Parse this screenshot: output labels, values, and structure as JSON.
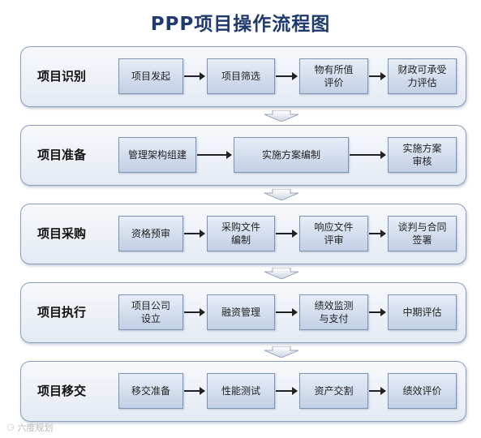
{
  "title": "PPP项目操作流程图",
  "stages": [
    {
      "label": "项目识别",
      "steps": [
        "项目发起",
        "项目筛选",
        "物有所值\n评价",
        "财政可承受\n力评估"
      ]
    },
    {
      "label": "项目准备",
      "steps": [
        "管理架构组建",
        "实施方案编制",
        "实施方案\n审核"
      ]
    },
    {
      "label": "项目采购",
      "steps": [
        "资格预审",
        "采购文件\n编制",
        "响应文件\n评审",
        "谈判与合同\n签署"
      ]
    },
    {
      "label": "项目执行",
      "steps": [
        "项目公司\n设立",
        "融资管理",
        "绩效监测\n与支付",
        "中期评估"
      ]
    },
    {
      "label": "项目移交",
      "steps": [
        "移交准备",
        "性能测试",
        "资产交割",
        "绩效评价"
      ]
    }
  ],
  "watermark": "六度规划",
  "colors": {
    "title": "#1f3a6e",
    "box_border": "#7e92b2",
    "stage_border": "#8a9dbb"
  }
}
